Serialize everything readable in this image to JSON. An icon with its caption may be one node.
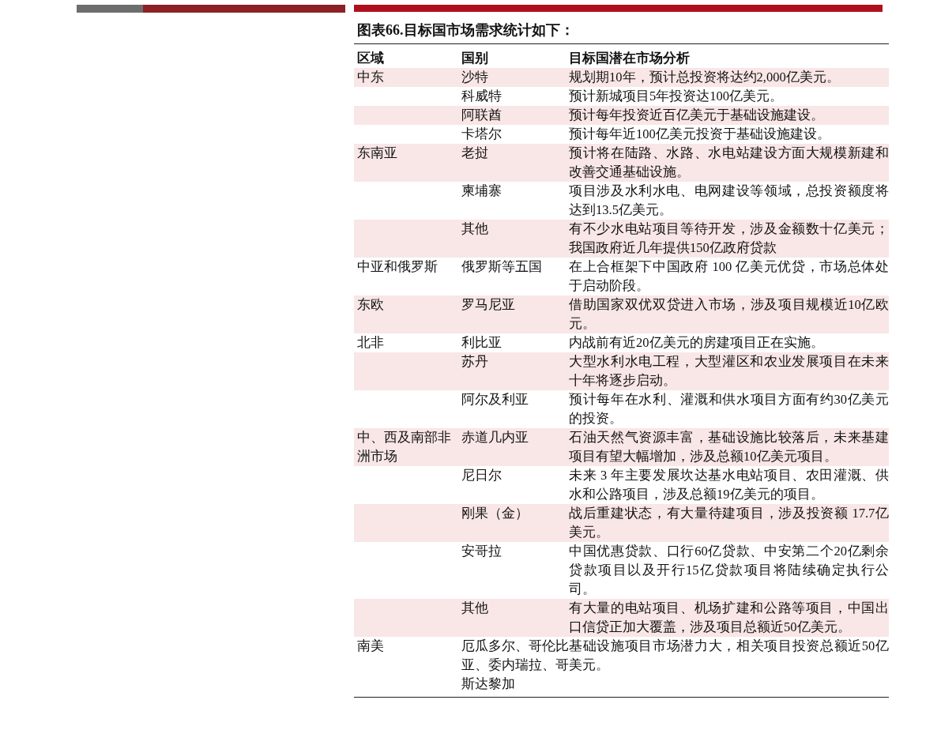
{
  "diagram": {
    "title": "图表66.目标国市场需求统计如下：",
    "labels": [
      "区域",
      "国别",
      "目标国潜在市场分析",
      "中东",
      "沙特",
      "规划期10年，预计总投资将达约2,000亿美元。",
      "科威特",
      "预计新城项目5年投资达100亿美元。",
      "阿联酋",
      "预计每年投资近百亿美元于基础设施建设。",
      "卡塔尔",
      "预计每年近100亿美元投资于基础设施建设。",
      "东南亚",
      "老挝",
      "预计将在陆路、水路、水电站建设方面大规模新建和改善交通基础设施。",
      "柬埔寨",
      "项目涉及水利水电、电网建设等领域，总投资额度将达到13.5亿美元。",
      "其他",
      "有不少水电站项目等待开发，涉及金额数十亿美元；我国政府近几年提供150亿政府贷款",
      "中亚和俄罗斯",
      "俄罗斯等五国",
      "在上合框架下中国政府 100 亿美元优贷，市场总体处于启动阶段。",
      "东欧",
      "罗马尼亚",
      "借助国家双优双贷进入市场，涉及项目规模近10亿欧元。",
      "北非",
      "利比亚",
      "内战前有近20亿美元的房建项目正在实施。",
      "苏丹",
      "大型水利水电工程，大型灌区和农业发展项目在未来十年将逐步启动。",
      "阿尔及利亚",
      "预计每年在水利、灌溉和供水项目方面有约30亿美元的投资。",
      "中、西及南部非洲市场",
      "赤道几内亚",
      "石油天然气资源丰富，基础设施比较落后，未来基建项目有望大幅增加，涉及总额10亿美元项目。",
      "尼日尔",
      "未来 3 年主要发展坎达基水电站项目、农田灌溉、供水和公路项目，涉及总额19亿美元的项目。",
      "刚果（金）",
      "战后重建状态，有大量待建项目，涉及投资额 17.7亿美元。",
      "安哥拉",
      "中国优惠贷款、口行60亿贷款、中安第二个20亿剩余贷款项目以及开行15亿贷款项目将陆续确定执行公司。",
      "其他",
      "有大量的电站项目、机场扩建和公路等项目，中国出口信贷正加大覆盖，涉及项目总额近50亿美元。",
      "南美",
      "厄瓜多尔、哥伦比亚、委内瑞拉、哥斯达黎加",
      "基础设施项目市场潜力大，相关项目投资总额近50亿美元。"
    ]
  }
}
